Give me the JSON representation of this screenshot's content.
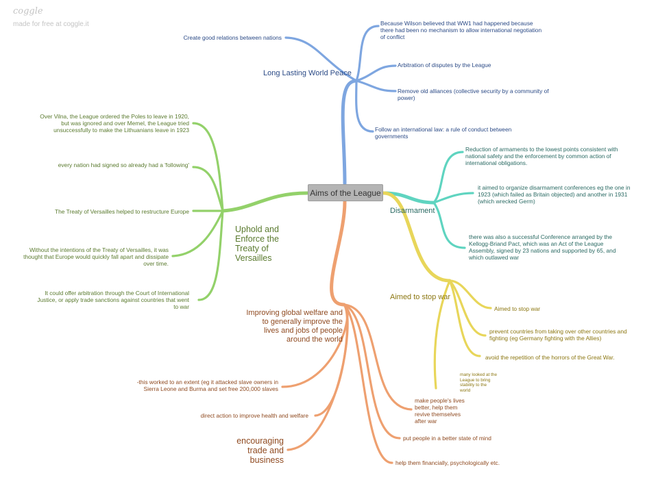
{
  "watermark": {
    "logo": "coggle",
    "subtitle": "made for free at coggle.it"
  },
  "root": {
    "label": "Aims of the League"
  },
  "colors": {
    "blue": "#7ea6e0",
    "green": "#93d16a",
    "teal": "#5fd4c0",
    "yellow": "#e8d65a",
    "orange": "#eea070"
  },
  "branches": {
    "peace": {
      "label": "Long Lasting World Peace",
      "children": [
        "Create good relations between nations",
        "Because Wilson believed that WW1 had happened because there had been no mechanism to allow international negotiation of conflict",
        "Arbitration of disputes by the League",
        "Remove old alliances (collective security by a community of power)",
        "Follow an international law: a rule of conduct between governments"
      ]
    },
    "versailles": {
      "label": "Uphold and Enforce the Treaty of Versailles",
      "children": [
        "Over Vilna, the League ordered the Poles to leave in 1920, but was ignored and over Memel, the League tried unsuccessfully to make the Lithuanians leave in 1923",
        "every nation had signed so already had a 'following'",
        "The Treaty of Versailles helped to restructure Europe",
        "Without the intentions of the Treaty of Versailles, it was thought that Europe would quickly fall apart and dissipate over time.",
        "It could offer arbitration through the Court of International Justice, or apply trade sanctions against countries that went to war"
      ]
    },
    "disarmament": {
      "label": "Disarmament",
      "children": [
        "Reduction of armaments to the lowest points consistent with national safety and the enforcement by common action of international obligations.",
        "it aimed to organize disarmament conferences eg the one in 1923 (which failed as Britain objected) and another in 1931 (which wrecked Germ)",
        "there was also a successful Conference arranged by the Kellogg-Briand Pact, which was an Act of the League Assembly, signed by 23 nations and supported by 65, and which outlawed war"
      ]
    },
    "stopwar": {
      "label": "Aimed to stop war",
      "children": [
        "Aimed to stop war",
        "prevent countries from taking over other countries and fighting (eg Germany fighting with the Allies)",
        "avoid the repetition of the horrors of the Great War.",
        "many looked at the League to bring stability to the world"
      ]
    },
    "welfare": {
      "label": "Improving global welfare and to generally improve the lives and jobs of people around the world",
      "children": [
        "-this worked to an extent (eg it attacked slave owners in Sierra Leone and Burma and set free 200,000 slaves",
        "direct action to improve health and welfare",
        "encouraging trade and business",
        "make people's lives better, help them revive themselves after war",
        "put people in a better state of mind",
        "help them financially, psychologically etc."
      ]
    }
  }
}
